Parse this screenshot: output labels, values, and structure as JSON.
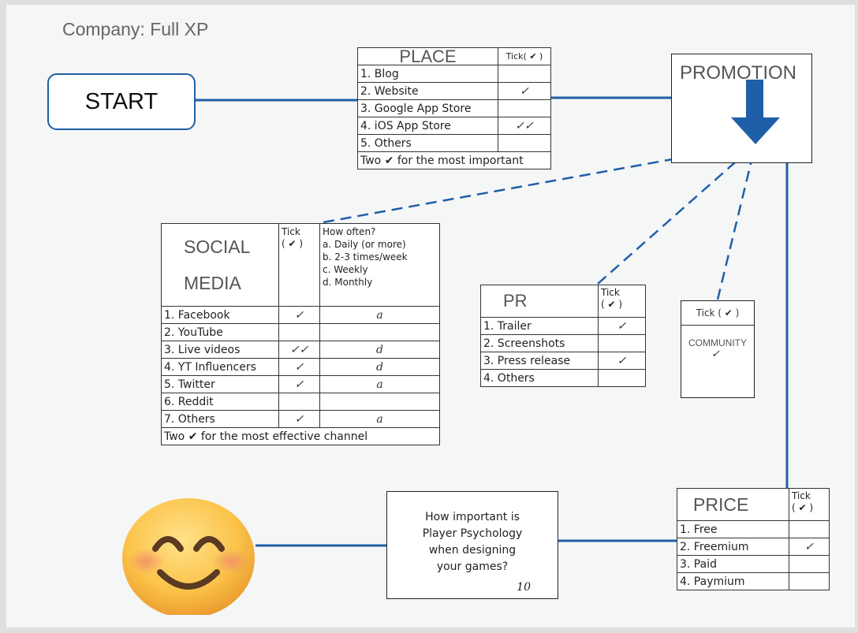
{
  "company": "Company: Full XP",
  "start": {
    "label": "START"
  },
  "place": {
    "title": "PLACE",
    "tick_header": "Tick( ✔ )",
    "rows": [
      {
        "label": "1.  Blog",
        "mark": ""
      },
      {
        "label": "2.  Website",
        "mark": "✓"
      },
      {
        "label": "3.  Google App Store",
        "mark": ""
      },
      {
        "label": "4.  iOS App Store",
        "mark": "✓✓"
      },
      {
        "label": "5.  Others",
        "mark": ""
      }
    ],
    "footer": "Two ✔ for the most important"
  },
  "promotion": {
    "title": "PROMOTION"
  },
  "social": {
    "title_line1": "SOCIAL",
    "title_line2": "MEDIA",
    "tick_header": "Tick\n( ✔ )",
    "how_header": "How often?",
    "how_options": [
      "a. Daily (or more)",
      "b. 2-3 times/week",
      "c. Weekly",
      "d. Monthly"
    ],
    "rows": [
      {
        "label": "1.  Facebook",
        "tick": "✓",
        "freq": "a"
      },
      {
        "label": "2.  YouTube",
        "tick": "",
        "freq": ""
      },
      {
        "label": "3.  Live videos",
        "tick": "✓✓",
        "freq": "d"
      },
      {
        "label": "4.  YT Influencers",
        "tick": "✓",
        "freq": "d"
      },
      {
        "label": "5.  Twitter",
        "tick": "✓",
        "freq": "a"
      },
      {
        "label": "6.  Reddit",
        "tick": "",
        "freq": ""
      },
      {
        "label": "7.  Others",
        "tick": "✓",
        "freq": "a"
      }
    ],
    "footer": "Two ✔ for the most effective channel"
  },
  "pr": {
    "title": "PR",
    "tick_header": "Tick\n( ✔ )",
    "rows": [
      {
        "label": "1.  Trailer",
        "mark": "✓"
      },
      {
        "label": "2.  Screenshots",
        "mark": ""
      },
      {
        "label": "3.  Press release",
        "mark": "✓"
      },
      {
        "label": "4.  Others",
        "mark": ""
      }
    ]
  },
  "community": {
    "tick_header": "Tick ( ✔ )",
    "label": "COMMUNITY",
    "mark": "✓"
  },
  "price": {
    "title": "PRICE",
    "tick_header": "Tick\n( ✔ )",
    "rows": [
      {
        "label": "1.  Free",
        "mark": ""
      },
      {
        "label": "2.  Freemium",
        "mark": "✓"
      },
      {
        "label": "3.  Paid",
        "mark": ""
      },
      {
        "label": "4.  Paymium",
        "mark": ""
      }
    ]
  },
  "psychology": {
    "question": "How important is Player Psychology when designing your games?",
    "line1": "How important is",
    "line2": "Player Psychology",
    "line3": "when designing",
    "line4": "your games?",
    "score": "10"
  },
  "colors": {
    "line": "#1f5fa8",
    "arrow": "#1f5fa8",
    "paper": "#f5f6f6"
  },
  "icons": {
    "emoji": "smiling-face-emoji",
    "arrow": "down-arrow"
  }
}
